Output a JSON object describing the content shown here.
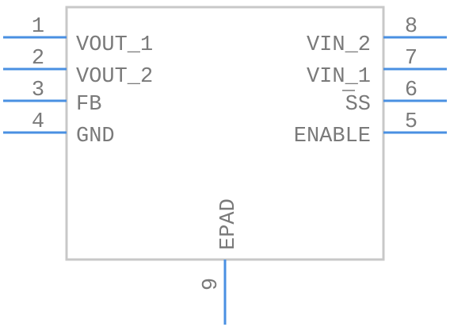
{
  "component": {
    "pins": [
      {
        "number": "1",
        "name": "VOUT_1",
        "side": "left"
      },
      {
        "number": "2",
        "name": "VOUT_2",
        "side": "left"
      },
      {
        "number": "3",
        "name": "FB",
        "side": "left"
      },
      {
        "number": "4",
        "name": "GND",
        "side": "left"
      },
      {
        "number": "8",
        "name": "VIN_2",
        "side": "right"
      },
      {
        "number": "7",
        "name": "VIN_1",
        "side": "right"
      },
      {
        "number": "6",
        "name": "SS",
        "side": "right",
        "overbar": true
      },
      {
        "number": "5",
        "name": "ENABLE",
        "side": "right"
      },
      {
        "number": "9",
        "name": "EPAD",
        "side": "bottom"
      }
    ],
    "colors": {
      "pin_line": "#4a90e2",
      "body_outline": "#c8c8c8",
      "text": "#7a7a7a"
    }
  }
}
